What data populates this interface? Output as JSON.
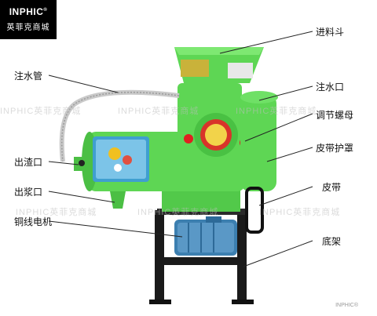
{
  "logo": {
    "brand": "INPHIC",
    "brand_mark": "®",
    "chinese": "英菲克商城"
  },
  "labels": {
    "hopper": "进料斗",
    "water_pipe": "注水管",
    "water_inlet": "注水口",
    "adjust_nut": "调节螺母",
    "residue_outlet": "出渣口",
    "belt_cover": "皮带护罩",
    "slurry_outlet": "出浆口",
    "belt": "皮带",
    "copper_motor": "铜线电机",
    "base_frame": "底架"
  },
  "watermark": {
    "text": "INPHIC英菲克商城"
  },
  "corner_mark": "INPHIC®",
  "colors": {
    "machine_green": "#5ed654",
    "dark_green": "#2f9f30",
    "frame": "#1a1a1a",
    "motor_blue": "#3c7fb0"
  }
}
